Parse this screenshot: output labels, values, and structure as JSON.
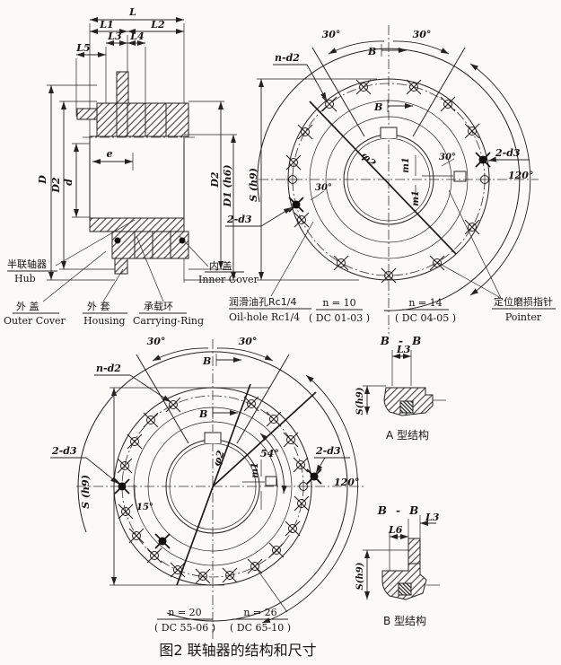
{
  "figure_caption": "图2 联轴器的结构和尺寸",
  "section_view": {
    "dim_L": "L",
    "dim_L1": "L1",
    "dim_L2": "L2",
    "dim_L3": "L3",
    "dim_L4": "L4",
    "dim_L5": "L5",
    "dim_e": "e",
    "dim_D": "D",
    "dim_D2_left": "D2",
    "dim_d": "d",
    "dim_D2_right": "D2",
    "dim_D1": "D1 (h6)",
    "parts": {
      "hub": {
        "zh": "半联轴器",
        "en": "Hub"
      },
      "outer_cover": {
        "zh": "外 盖",
        "en": "Outer Cover"
      },
      "housing": {
        "zh": "外 套",
        "en": "Housing"
      },
      "carrying_ring": {
        "zh": "承载环",
        "en": "Carrying-Ring"
      },
      "inner_cover": {
        "zh": "内 盖",
        "en": "Inner Cover"
      }
    }
  },
  "top_circle": {
    "angle_top_left": "30°",
    "angle_top_right": "30°",
    "section_letter": "B",
    "bolt_holes": "n-d2",
    "pins_left": "2-d3",
    "pins_right": "2-d3",
    "angle_inner_left": "30°",
    "angle_inner_right": "30°",
    "angle_right": "120°",
    "dim_S": "S (h9)",
    "center_dia": "φ2",
    "m_label": "m1",
    "oil_hole": {
      "zh": "润滑油孔Rc1/4",
      "en": "Oil-hole Rc1/4"
    },
    "variants": [
      {
        "n": "n = 10",
        "dc": "( DC 01-03 )"
      },
      {
        "n": "n = 14",
        "dc": "( DC 04-05 )"
      }
    ],
    "pointer": {
      "zh": "定位磨损指针",
      "en": "Pointer"
    }
  },
  "bottom_circle": {
    "angle_top_left": "30°",
    "angle_top_right": "30°",
    "section_letter": "B",
    "bolt_holes": "n-d2",
    "pins_left": "2-d3",
    "pins_right": "2-d3",
    "angle_54": "54°",
    "angle_15": "15°",
    "angle_right": "120°",
    "dim_S": "S (h9)",
    "center_dia": "φ2",
    "m_label": "m1",
    "variants": [
      {
        "n": "n = 20",
        "dc": "( DC 55-06 )"
      },
      {
        "n": "n = 26",
        "dc": "( DC 65-10 )"
      }
    ]
  },
  "detail_a": {
    "section": "B - B",
    "dim_L3": "L3",
    "dim_S": "S(h9)",
    "caption": "A 型结构"
  },
  "detail_b": {
    "section": "B - B",
    "dim_L3": "L3",
    "dim_L6": "L6",
    "dim_S": "S(h9)",
    "caption": "B 型结构"
  }
}
